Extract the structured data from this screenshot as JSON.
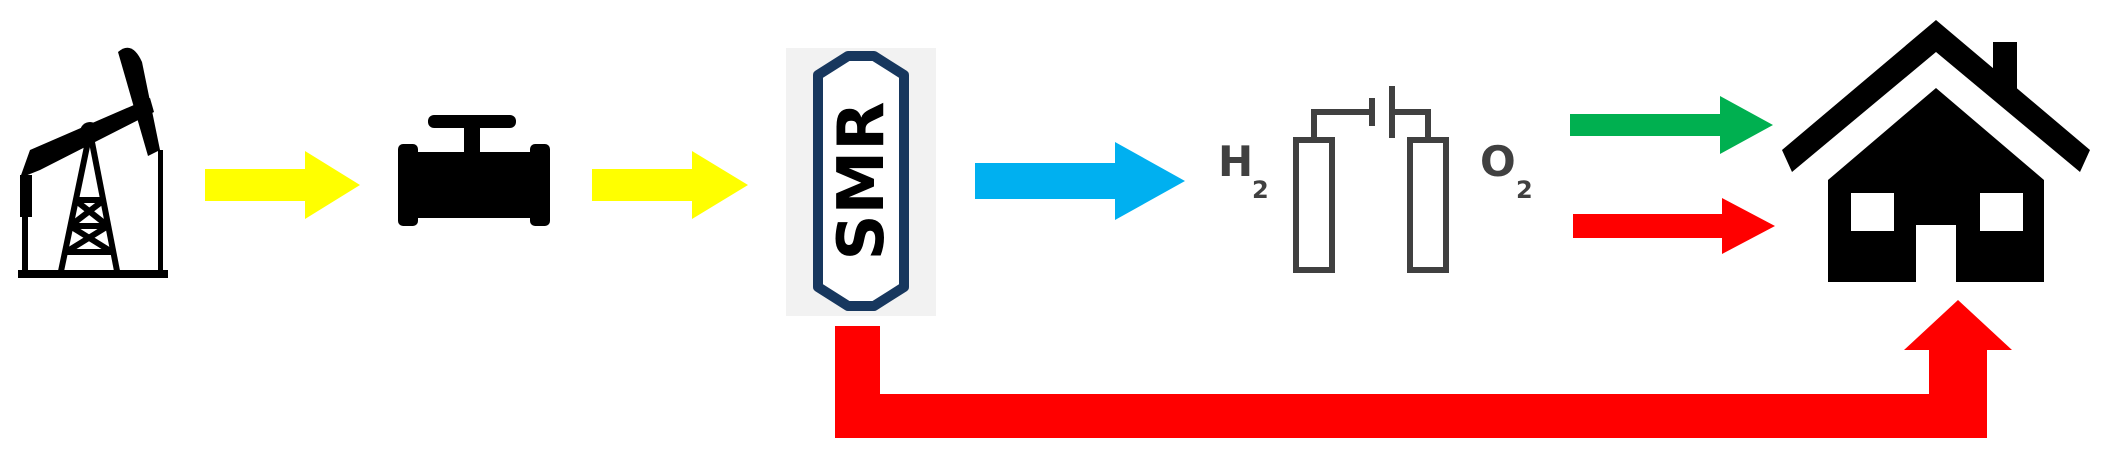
{
  "colors": {
    "icon": "#000000",
    "arrow_yellow": "#ffff00",
    "arrow_blue": "#00b0f0",
    "arrow_green": "#00b050",
    "arrow_red": "#ff0000",
    "smr_border": "#17375e",
    "smr_background": "#f2f2f2",
    "smr_fill": "#ffffff",
    "electrolyzer_stroke": "#404040"
  },
  "nodes": {
    "oil_pump": {
      "icon": "oil-pumpjack-icon"
    },
    "pipeline_valve": {
      "icon": "pipeline-valve-icon"
    },
    "smr": {
      "label": "SMR",
      "icon": "reactor-vessel-icon"
    },
    "electrolyzer": {
      "icon": "electrolysis-cell-icon",
      "left_label": "H",
      "left_sub": "2",
      "right_label": "O",
      "right_sub": "2"
    },
    "house": {
      "icon": "house-icon"
    }
  },
  "edges": [
    {
      "name": "arrow-pump-to-valve",
      "color": "arrow_yellow"
    },
    {
      "name": "arrow-valve-to-smr",
      "color": "arrow_yellow"
    },
    {
      "name": "arrow-smr-to-electrolyzer",
      "color": "arrow_blue"
    },
    {
      "name": "arrow-electrolyzer-to-house-green",
      "color": "arrow_green"
    },
    {
      "name": "arrow-electrolyzer-to-house-red",
      "color": "arrow_red"
    },
    {
      "name": "arrow-smr-to-house-bypass",
      "color": "arrow_red"
    }
  ]
}
